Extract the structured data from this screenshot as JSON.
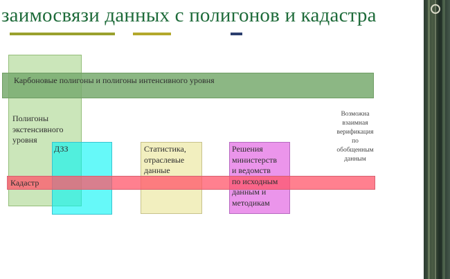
{
  "title": "заимосвязи данных с полигонов и кадастра",
  "diagram": {
    "carbon": "Карбоновые полигоны и полигоны интенсивного уровня",
    "extensive": "Полигоны\nэкстенсивного\nуровня",
    "dzz": "ДЗЗ",
    "statistics": "Статистика,\nотраслевые\nданные",
    "ministries": "Решения\nминистерств\nи ведомств\nпо исходным\nданным и\nметодикам",
    "cadastre": "Кадастр",
    "note": "Возможна\nвзаимная\nверификация\nпо\nобобщенным\nданным"
  },
  "colors": {
    "title": "#1e6b3a",
    "carbon": "#78aa6e",
    "extensive": "#a9d68c",
    "dzz": "#00f5f5",
    "statistics": "#f0ecb4",
    "ministries": "#e882e8",
    "cadastre": "#ff5569"
  }
}
